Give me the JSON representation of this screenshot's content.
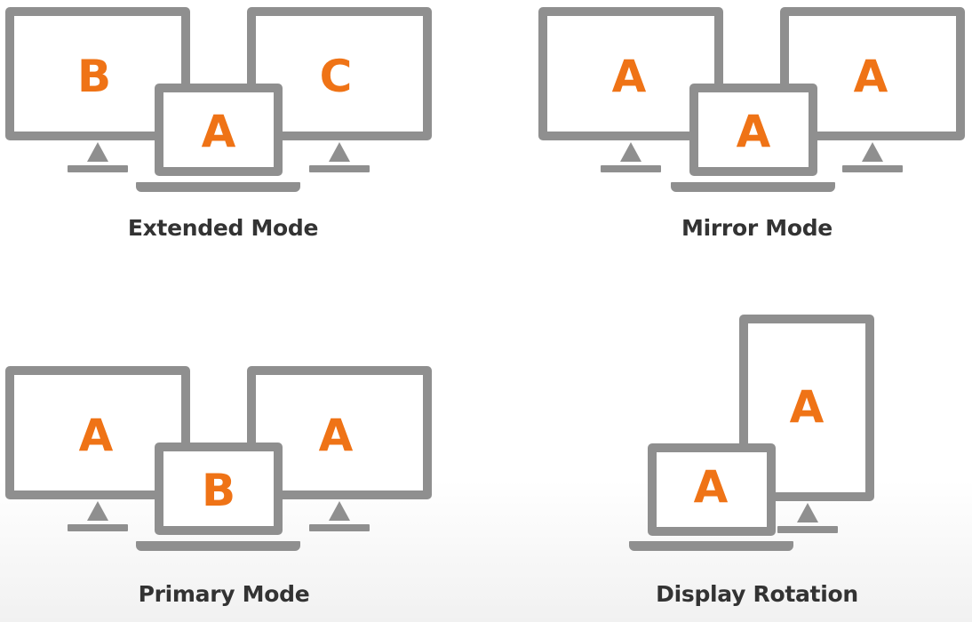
{
  "panels": {
    "extended": {
      "caption": "Extended Mode",
      "left_monitor_letter": "B",
      "laptop_letter": "A",
      "right_monitor_letter": "C"
    },
    "mirror": {
      "caption": "Mirror Mode",
      "left_monitor_letter": "A",
      "laptop_letter": "A",
      "right_monitor_letter": "A"
    },
    "primary": {
      "caption": "Primary Mode",
      "left_monitor_letter": "A",
      "laptop_letter": "B",
      "right_monitor_letter": "A"
    },
    "rotation": {
      "caption": "Display Rotation",
      "laptop_letter": "A",
      "portrait_monitor_letter": "A"
    }
  },
  "colors": {
    "device_outline": "#8f8f8f",
    "letter": "#ef7316",
    "caption": "#333333"
  }
}
